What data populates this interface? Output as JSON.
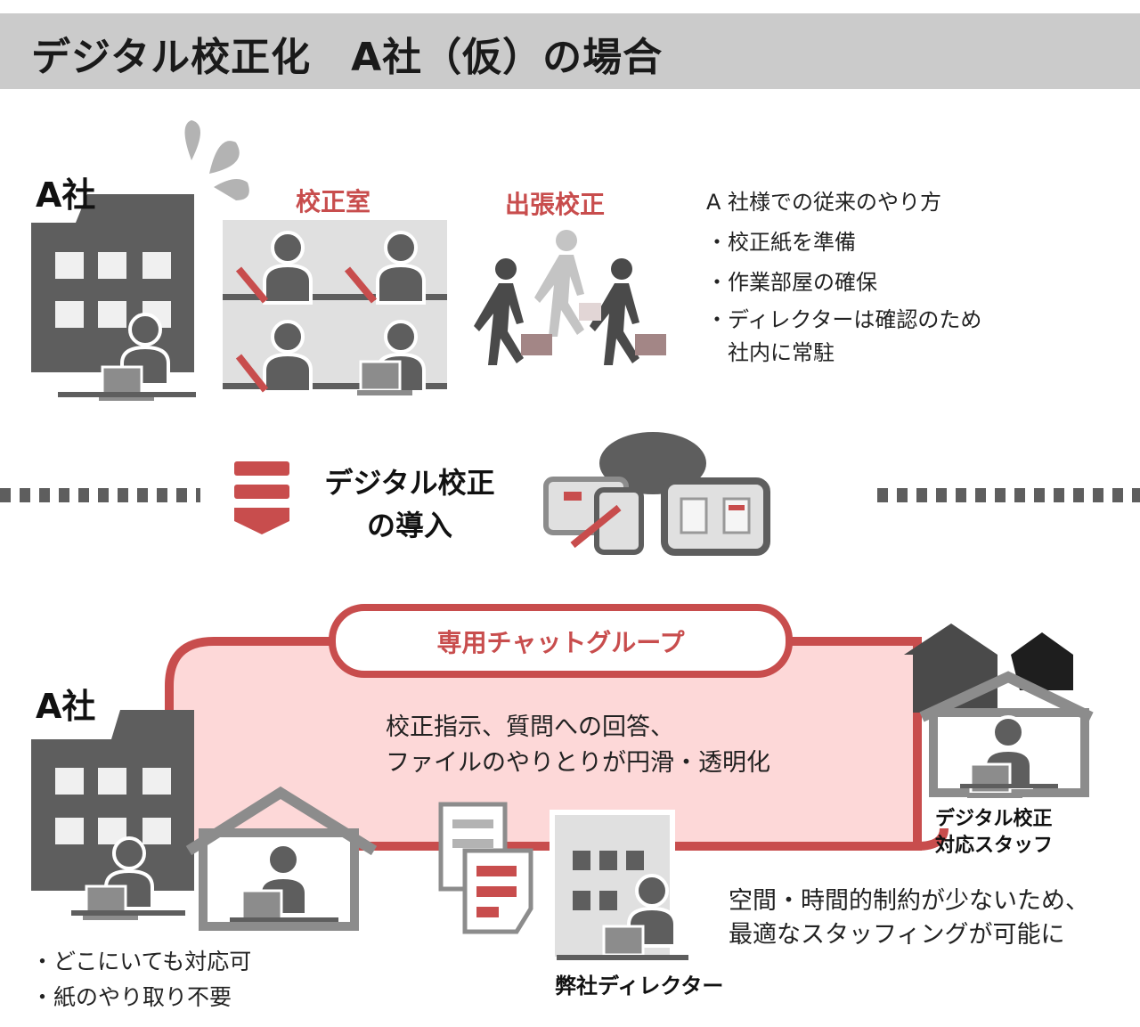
{
  "title": "デジタル校正化　A社（仮）の場合",
  "before": {
    "company": "A社",
    "room_label": "校正室",
    "trip_label": "出張校正",
    "list_title": "A 社様での従来のやり方",
    "items": [
      "・校正紙を準備",
      "・作業部屋の確保",
      "・ディレクターは確認のため",
      "　社内に常駐"
    ]
  },
  "transition": {
    "line1": "デジタル校正",
    "line2": "の導入"
  },
  "after": {
    "company": "A社",
    "chat_group": "専用チャットグループ",
    "chat_desc": [
      "校正指示、質問への回答、",
      "ファイルのやりとりが円滑・透明化"
    ],
    "staff_label": [
      "デジタル校正",
      "対応スタッフ"
    ],
    "director_label": "弊社ディレクター",
    "benefit": [
      "空間・時間的制約が少ないため、",
      "最適なスタッフィングが可能に"
    ],
    "client_points": [
      "・どこにいても対応可",
      "・紙のやり取り不要"
    ]
  },
  "colors": {
    "accent": "#c84d4d",
    "pink": "#fdd8d8",
    "dark": "#5e5e5e",
    "header": "#cbcbcb"
  }
}
